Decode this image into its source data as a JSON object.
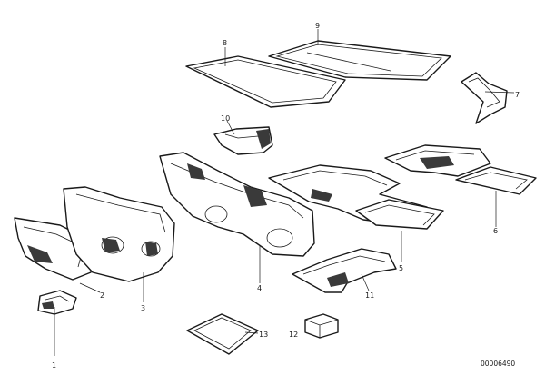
{
  "callouts": {
    "c1": "1",
    "c2": "2",
    "c3": "3",
    "c4": "4",
    "c5": "5",
    "c6": "6",
    "c7": "7",
    "c8": "8",
    "c9": "9",
    "c10": "10",
    "c11": "11",
    "c12": "12",
    "c13": "13"
  },
  "diagram_code": "00006490"
}
